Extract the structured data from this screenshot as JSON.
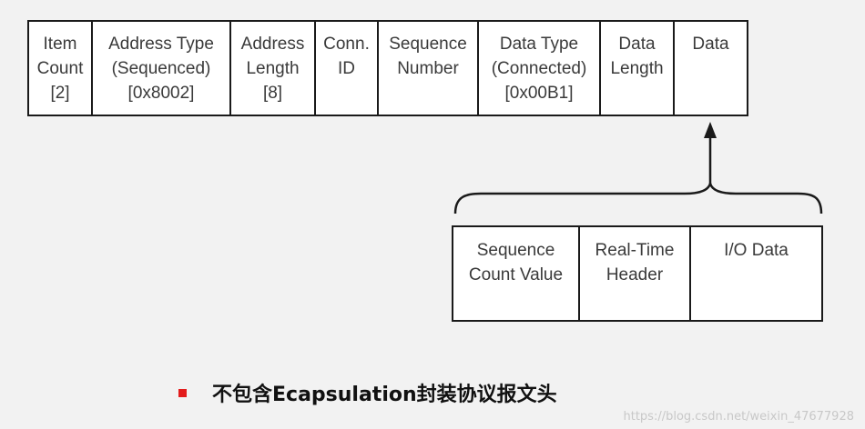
{
  "top_fields": [
    {
      "lines": [
        "Item",
        "Count",
        "[2]"
      ]
    },
    {
      "lines": [
        "Address Type",
        "(Sequenced)",
        "[0x8002]"
      ]
    },
    {
      "lines": [
        "Address",
        "Length",
        "[8]"
      ]
    },
    {
      "lines": [
        "Conn.",
        "ID"
      ]
    },
    {
      "lines": [
        "Sequence",
        "Number"
      ]
    },
    {
      "lines": [
        "Data Type",
        "(Connected)",
        "[0x00B1]"
      ]
    },
    {
      "lines": [
        "Data",
        "Length"
      ]
    },
    {
      "lines": [
        "Data"
      ]
    }
  ],
  "data_fields": [
    {
      "lines": [
        "Sequence",
        "Count Value"
      ]
    },
    {
      "lines": [
        "Real-Time",
        "Header"
      ]
    },
    {
      "lines": [
        "I/O Data"
      ]
    }
  ],
  "caption": "不包含Ecapsulation封装协议报文头",
  "watermark": "https://blog.csdn.net/weixin_47677928",
  "colors": {
    "background": "#f2f2f2",
    "border": "#1a1a1a",
    "bullet": "#e31c1c"
  }
}
